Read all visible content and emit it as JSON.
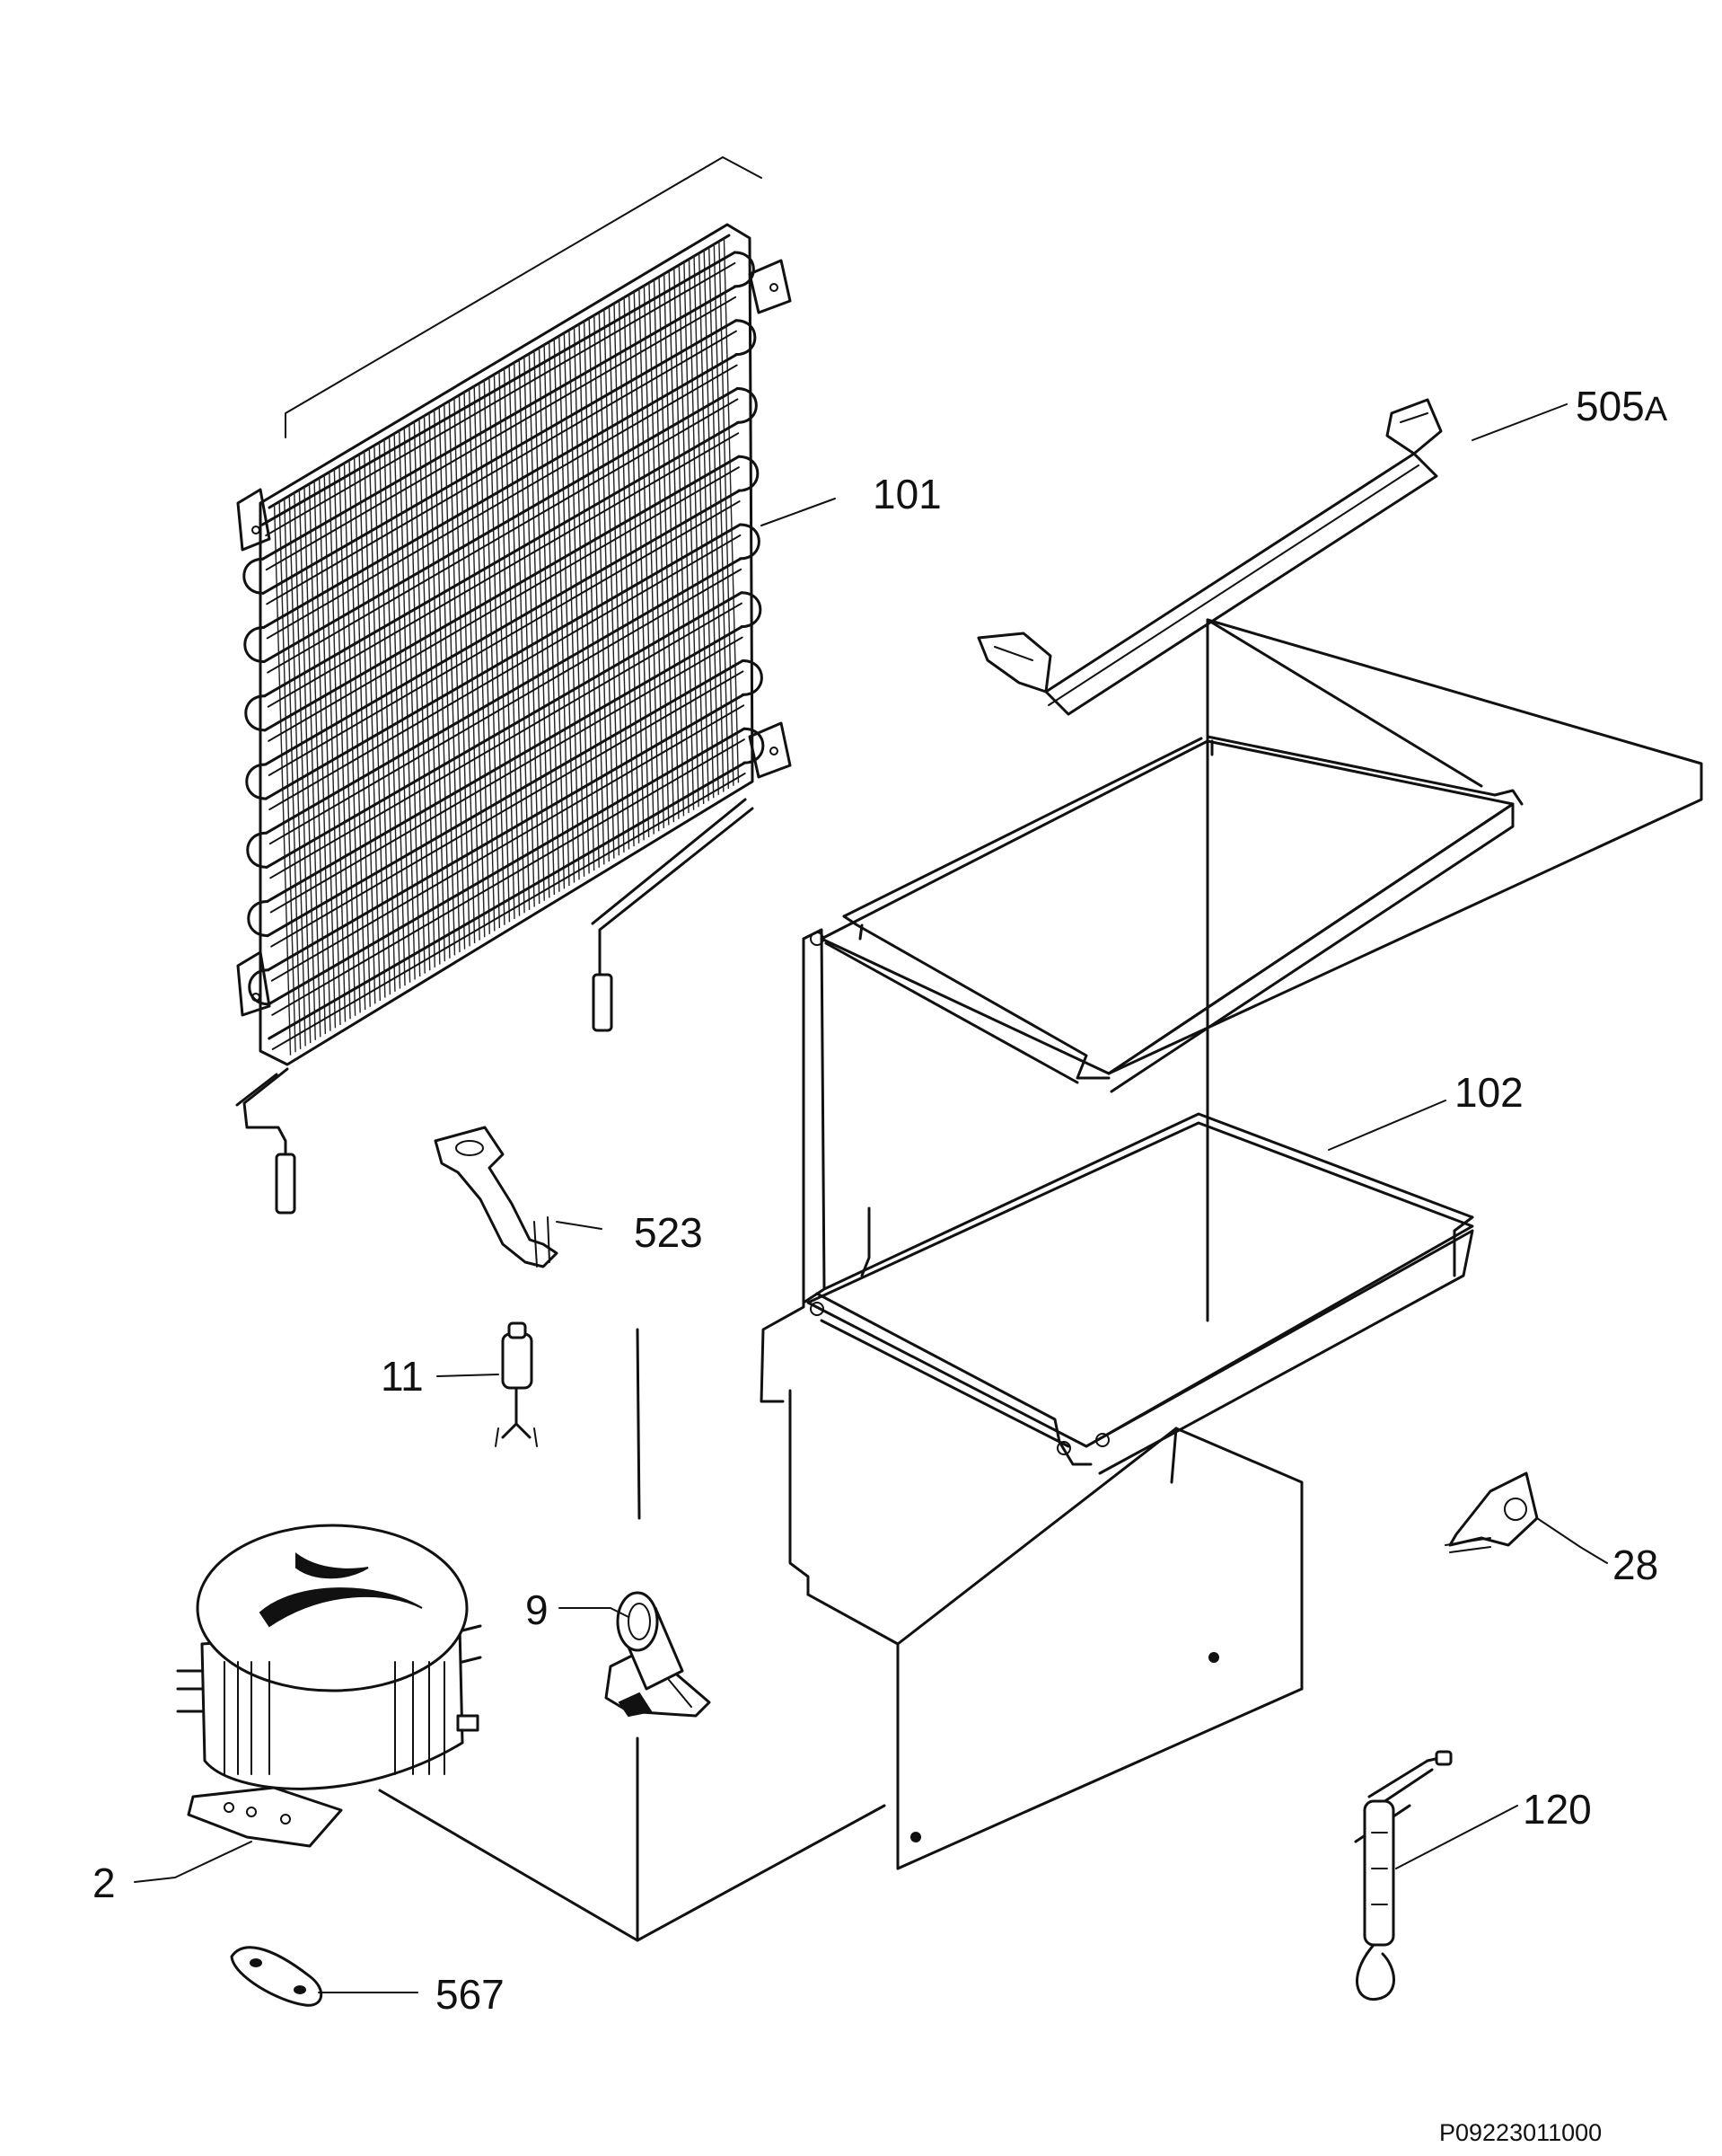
{
  "parts": [
    {
      "id": "p101",
      "ref": "101"
    },
    {
      "id": "p505a",
      "ref": "505",
      "suffix": "A"
    },
    {
      "id": "p102",
      "ref": "102"
    },
    {
      "id": "p523",
      "ref": "523"
    },
    {
      "id": "p11",
      "ref": "11"
    },
    {
      "id": "p28",
      "ref": "28"
    },
    {
      "id": "p9",
      "ref": "9"
    },
    {
      "id": "p120",
      "ref": "120"
    },
    {
      "id": "p2",
      "ref": "2"
    },
    {
      "id": "p567",
      "ref": "567"
    }
  ],
  "drawing_code": "P09223011000",
  "colors": {
    "line": "#111111",
    "background": "#ffffff"
  }
}
